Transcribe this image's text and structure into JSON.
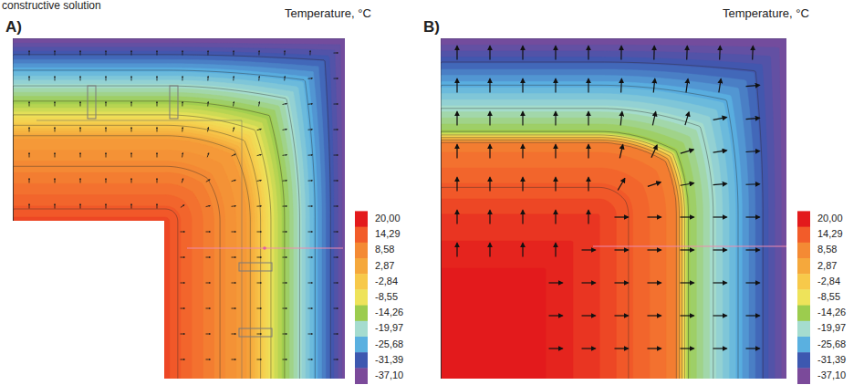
{
  "diagram": {
    "labels": [
      "constructive solution",
      "Temperature, °C",
      "A)",
      "Temperature, °C",
      "B)"
    ],
    "legend": [
      {
        "text": "20,00",
        "color": "#e31a1c"
      },
      {
        "text": "14,29",
        "color": "#f25c2a"
      },
      {
        "text": "8,58",
        "color": "#f48a34"
      },
      {
        "text": "2,87",
        "color": "#f5a83c"
      },
      {
        "text": "-2,84",
        "color": "#f7c94a"
      },
      {
        "text": "-8,55",
        "color": "#eee35a"
      },
      {
        "text": "-14,26",
        "color": "#9ccc4e"
      },
      {
        "text": "-19,97",
        "color": "#a5dccf"
      },
      {
        "text": "-25,68",
        "color": "#5ab0e0"
      },
      {
        "text": "-31,39",
        "color": "#3d58b0"
      },
      {
        "text": "-37,10",
        "color": "#7b4a9a"
      },
      {
        "text": "20,00",
        "color": "#e31a1c"
      },
      {
        "text": "14,29",
        "color": "#f25c2a"
      },
      {
        "text": "8,58",
        "color": "#f48a34"
      },
      {
        "text": "2,87",
        "color": "#f5a83c"
      },
      {
        "text": "-2,84",
        "color": "#f7c94a"
      },
      {
        "text": "-8,55",
        "color": "#eee35a"
      },
      {
        "text": "-14,26",
        "color": "#9ccc4e"
      },
      {
        "text": "-19,97",
        "color": "#a5dccf"
      },
      {
        "text": "-25,68",
        "color": "#5ab0e0"
      },
      {
        "text": "-31,39",
        "color": "#3d58b0"
      },
      {
        "text": "-37,10",
        "color": "#7b4a9a"
      }
    ]
  }
}
